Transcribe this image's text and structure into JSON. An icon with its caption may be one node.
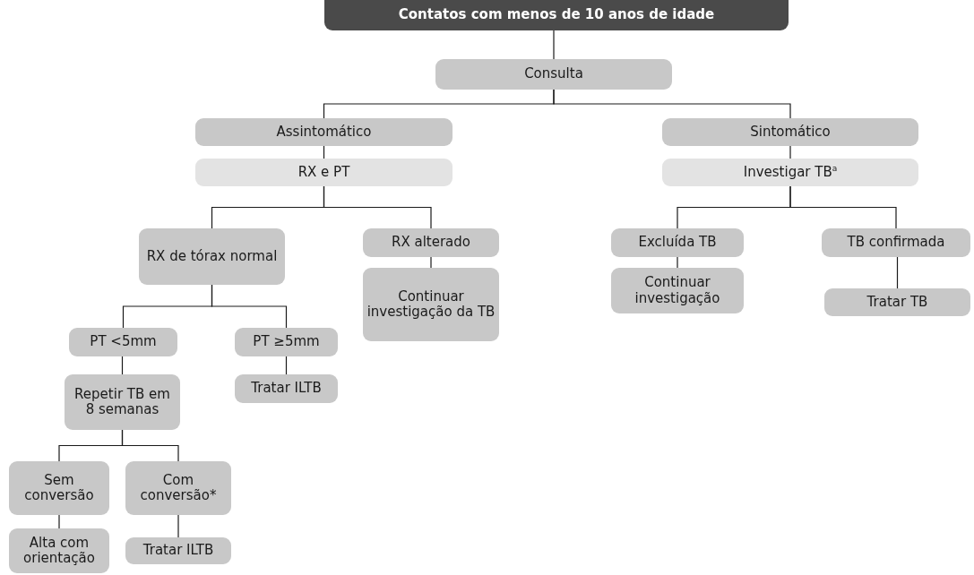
{
  "diagram": {
    "nodes": [
      {
        "text": [
          "Contatos com menos de 10 anos de idade"
        ]
      },
      {
        "text": [
          "Consulta"
        ]
      },
      {
        "text": [
          "Assintomático"
        ]
      },
      {
        "text": [
          "RX e PT"
        ]
      },
      {
        "text": [
          "Sintomático"
        ]
      },
      {
        "text": [
          "Investigar TB$^{a}$"
        ]
      },
      {
        "text": [
          "RX de tórax normal"
        ]
      },
      {
        "text": [
          "RX alterado"
        ]
      },
      {
        "text": [
          "Continuar investigação da TB"
        ]
      },
      {
        "text": [
          "Excluída TB"
        ]
      },
      {
        "text": [
          "Continuar investigação"
        ]
      },
      {
        "text": [
          "TB confirmada"
        ]
      },
      {
        "text": [
          "Tratar TB"
        ]
      },
      {
        "text": [
          "PT <5mm"
        ]
      },
      {
        "text": [
          "PT ≥5mm"
        ]
      },
      {
        "text": [
          "Repetir TB em 8 semanas"
        ]
      },
      {
        "text": [
          "Tratar ILTB"
        ]
      },
      {
        "text": [
          "Sem conversão"
        ]
      },
      {
        "text": [
          "Com conversão*"
        ]
      },
      {
        "text": [
          "Alta com orientação"
        ]
      },
      {
        "text": [
          "Tratar ILTB"
        ]
      }
    ],
    "edges": [
      {
        "from": 0,
        "to": 1,
        "arrow": "none"
      },
      {
        "from": 1,
        "to": 2,
        "arrow": "none"
      },
      {
        "from": 1,
        "to": 4,
        "arrow": "none"
      },
      {
        "from": 2,
        "to": 3,
        "arrow": "none"
      },
      {
        "from": 4,
        "to": 5,
        "arrow": "none"
      },
      {
        "from": 3,
        "to": 6,
        "arrow": "none"
      },
      {
        "from": 3,
        "to": 7,
        "arrow": "none"
      },
      {
        "from": 5,
        "to": 9,
        "arrow": "none"
      },
      {
        "from": 5,
        "to": 11,
        "arrow": "none"
      },
      {
        "from": 6,
        "to": 13,
        "arrow": "none"
      },
      {
        "from": 6,
        "to": 14,
        "arrow": "none"
      },
      {
        "from": 7,
        "to": 8,
        "arrow": "none"
      },
      {
        "from": 9,
        "to": 10,
        "arrow": "none"
      },
      {
        "from": 11,
        "to": 12,
        "arrow": "none"
      },
      {
        "from": 13,
        "to": 15,
        "arrow": "none"
      },
      {
        "from": 14,
        "to": 16,
        "arrow": "none"
      },
      {
        "from": 15,
        "to": 17,
        "arrow": "none"
      },
      {
        "from": 15,
        "to": 18,
        "arrow": "none"
      },
      {
        "from": 17,
        "to": 19,
        "arrow": "none"
      },
      {
        "from": 18,
        "to": 20,
        "arrow": "none"
      }
    ]
  }
}
